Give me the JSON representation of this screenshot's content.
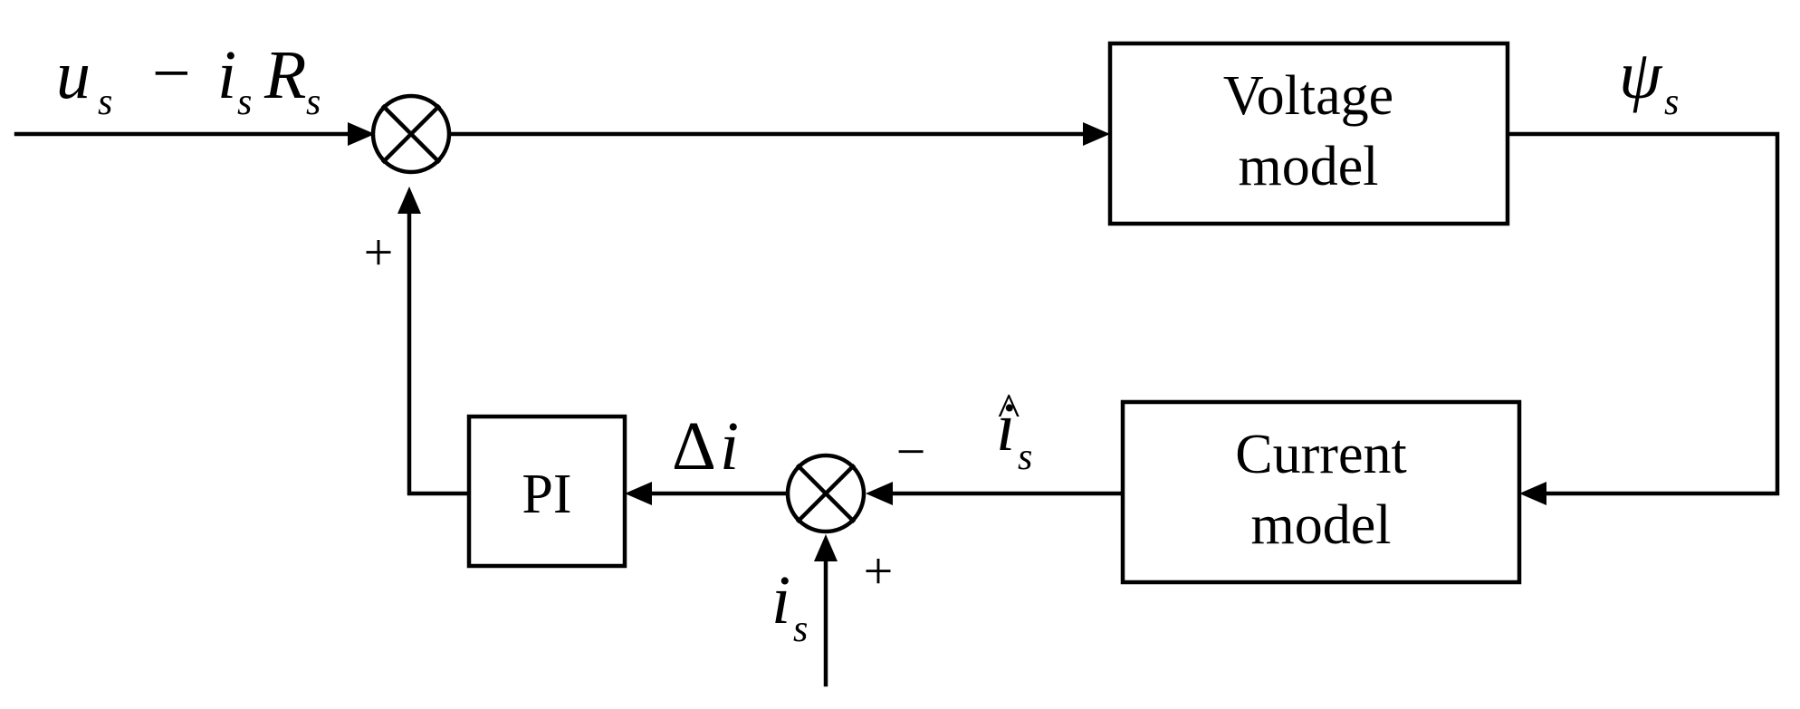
{
  "blocks": {
    "voltage_model": [
      "Voltage",
      "model"
    ],
    "current_model": [
      "Current",
      "model"
    ],
    "pi": "PI"
  },
  "signals": {
    "input": {
      "u": "u",
      "u_sub": "s",
      "minus": "−",
      "i": "i",
      "i_sub": "s",
      "R": "R",
      "R_sub": "s"
    },
    "flux": {
      "psi": "ψ",
      "sub": "s"
    },
    "i_hat": {
      "i": "i",
      "hat": "^",
      "sub": "s"
    },
    "delta_i": {
      "delta": "Δ",
      "i": "i"
    },
    "i_meas": {
      "i": "i",
      "sub": "s"
    }
  },
  "signs": {
    "top_junction_feedback": "+",
    "bottom_junction_estimate": "−",
    "bottom_junction_measured": "+"
  }
}
